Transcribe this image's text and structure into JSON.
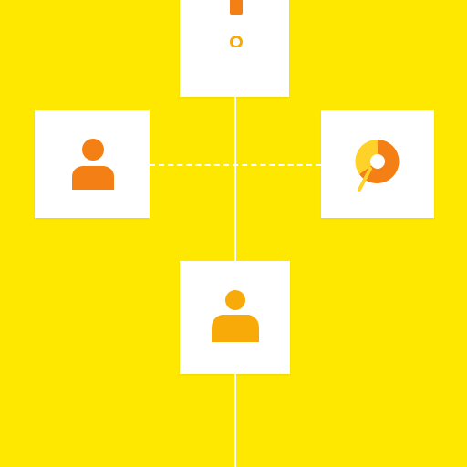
{
  "diagram": {
    "theme": {
      "background": "#ffe800",
      "card": "#ffffff",
      "line": "#ffffff",
      "orange": "#f47f14",
      "amber": "#f7aa08",
      "yellow": "#ffd22a"
    },
    "nodes": [
      {
        "id": "top-alert",
        "icon": "alert-icon"
      },
      {
        "id": "left-user",
        "icon": "user-icon"
      },
      {
        "id": "right-chart",
        "icon": "pie-chart-icon"
      },
      {
        "id": "bottom-user",
        "icon": "user-icon"
      }
    ],
    "edges": [
      {
        "from": "top-alert",
        "to": "bottom-user",
        "style": "solid"
      },
      {
        "from": "left-user",
        "to": "right-chart",
        "style": "dashed"
      },
      {
        "from": "bottom-user",
        "to": "offscreen-bottom",
        "style": "solid"
      }
    ]
  }
}
